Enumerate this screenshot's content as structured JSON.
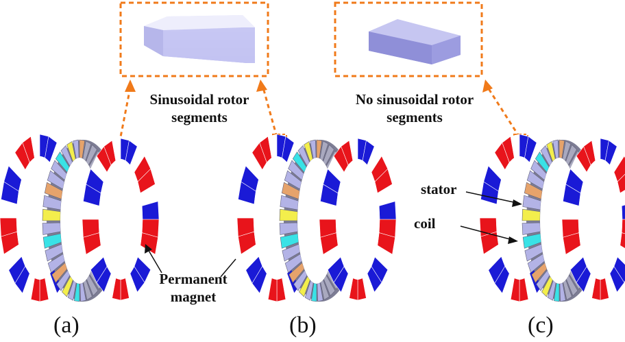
{
  "labels": {
    "sinusoidal_line1": "Sinusoidal rotor",
    "sinusoidal_line2": "segments",
    "no_sinusoidal_line1": "No sinusoidal rotor",
    "no_sinusoidal_line2": "segments",
    "permanent_line1": "Permanent",
    "permanent_line2": "magnet",
    "stator": "stator",
    "coil": "coil"
  },
  "panels": {
    "a": "(a)",
    "b": "(b)",
    "c": "(c)"
  },
  "colors": {
    "magnet_red": "#e8141b",
    "magnet_blue": "#1a1ad6",
    "magnet_white": "#ffffff",
    "stator_gray": "#a9a9bf",
    "coil_lavender": "#b3b3e6",
    "coil_yellow": "#f3ee4c",
    "coil_cyan": "#39e2e6",
    "coil_orange": "#e6a36b",
    "callout_orange": "#f07a1a",
    "segment_fill": "#c8c8f2"
  }
}
